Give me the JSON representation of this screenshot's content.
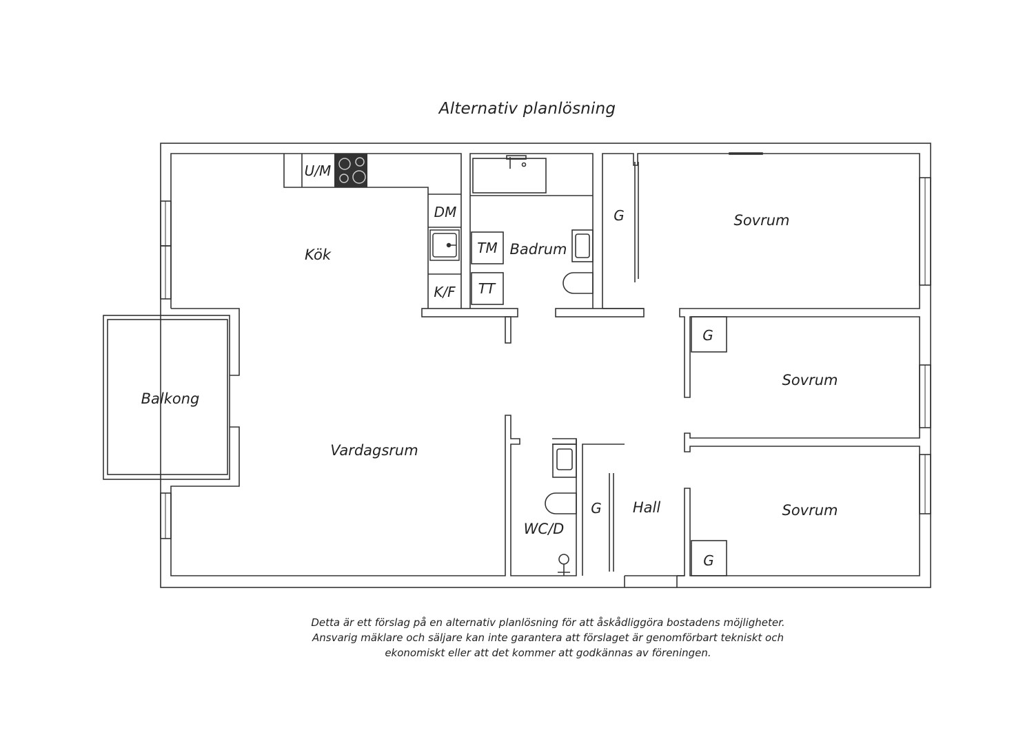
{
  "title": "Alternativ planlösning",
  "rooms": {
    "kok": "Kök",
    "vardagsrum": "Vardagsrum",
    "balkong": "Balkong",
    "badrum": "Badrum",
    "sovrum_1": "Sovrum",
    "sovrum_2": "Sovrum",
    "sovrum_3": "Sovrum",
    "hall": "Hall",
    "wc": "WC/D"
  },
  "fixtures": {
    "um": "U/M",
    "dm": "DM",
    "kf": "K/F",
    "tm": "TM",
    "tt": "TT",
    "g_sovrum_1": "G",
    "g_sovrum_2": "G",
    "g_sovrum_3": "G",
    "g_hall": "G"
  },
  "disclaimer": [
    "Detta är ett förslag på en alternativ planlösning för att åskådliggöra bostadens möjligheter.",
    "Ansvarig mäklare och säljare kan inte garantera att förslaget är genomförbart tekniskt och",
    "ekonomiskt eller att det kommer att godkännas av föreningen."
  ],
  "colors": {
    "line": "#333333",
    "stove": "#333333",
    "background": "#ffffff"
  }
}
